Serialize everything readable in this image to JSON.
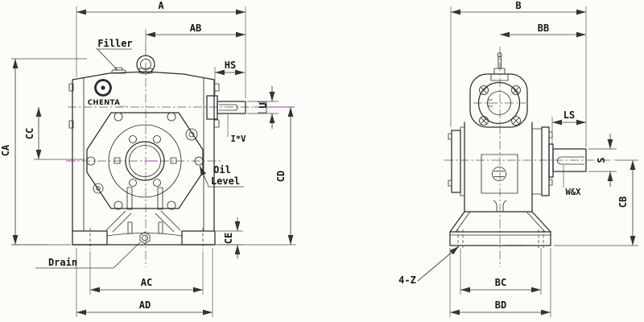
{
  "brand": {
    "name": "CHENTA"
  },
  "front_view": {
    "dim_labels": {
      "a": "A",
      "ab": "AB",
      "hs": "HS",
      "u": "U",
      "iv": "I*V",
      "ca": "CA",
      "cc": "CC",
      "cd": "CD",
      "ce": "CE",
      "ac": "AC",
      "ad": "AD"
    },
    "callouts": {
      "filler": "Filler",
      "oil_line1": "Oil",
      "oil_line2": "Level",
      "drain": "Drain"
    }
  },
  "side_view": {
    "dim_labels": {
      "b": "B",
      "bb": "BB",
      "ls": "LS",
      "s": "S",
      "wx": "W&X",
      "cb": "CB",
      "bc": "BC",
      "bd": "BD"
    },
    "callouts": {
      "mounting_holes": "4-Z"
    }
  },
  "colors": {
    "line": "#2b2b2b",
    "dim_line": "#3a3a3a",
    "centerline_accent": "#bb5fc4",
    "ground_accent": "#c9c96a",
    "background": "#fcfcf9"
  }
}
